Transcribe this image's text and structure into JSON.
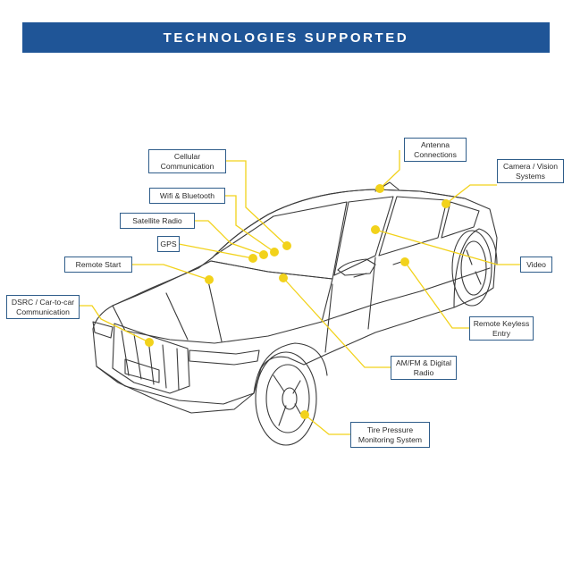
{
  "header": {
    "title": "TECHNOLOGIES SUPPORTED"
  },
  "colors": {
    "banner": "#1f5597",
    "label_border": "#2f5d8a",
    "callout": "#f2d21b",
    "sketch": "#3a3a3a"
  },
  "callouts": {
    "cellular": "Cellular Communication",
    "wifi": "Wifi & Bluetooth",
    "satellite": "Satellite Radio",
    "gps": "GPS",
    "remote_start": "Remote Start",
    "dsrc": "DSRC / Car-to-car Communication",
    "antenna": "Antenna Connections",
    "camera": "Camera / Vision Systems",
    "video": "Video",
    "keyless": "Remote Keyless Entry",
    "amfm": "AM/FM & Digital Radio",
    "tpms": "Tire Pressure Monitoring System"
  }
}
